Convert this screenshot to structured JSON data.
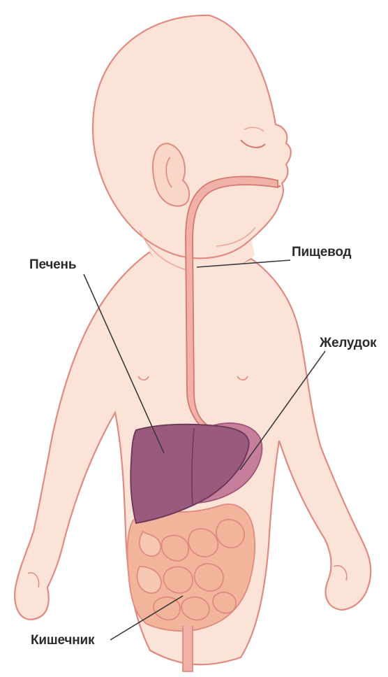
{
  "labels": {
    "liver": "Печень",
    "esophagus": "Пищевод",
    "stomach": "Желудок",
    "intestine": "Кишечник"
  },
  "colors": {
    "skin": "#fbe3d8",
    "outline": "#e08a80",
    "esophagus": "#f1b0a8",
    "liver": "#9a5a7e",
    "stomach": "#b56a8c",
    "intestine": "#f3b49c",
    "label_text": "#2b2b2b",
    "leader_line": "#3a3a3a"
  }
}
